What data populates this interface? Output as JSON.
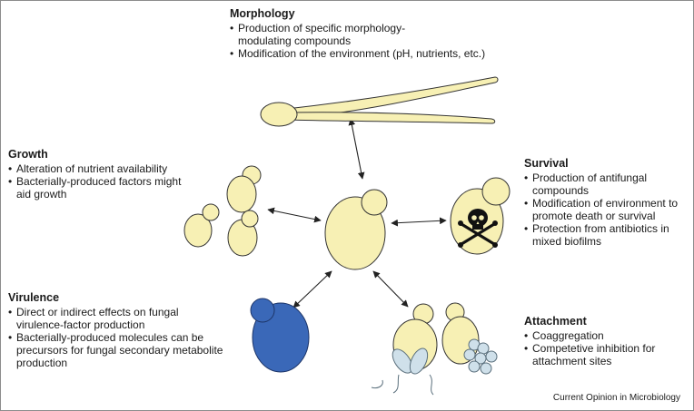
{
  "colors": {
    "yeast_fill": "#f7f0b4",
    "outline": "#333333",
    "virulent_cell": "#3a68b8",
    "bacteria_fill": "#cfe0ea"
  },
  "icons": {
    "survival": "skull-crossbones-icon"
  },
  "sections": {
    "morphology": {
      "title": "Morphology",
      "items": [
        "Production of specific morphology-modulating compounds",
        "Modification of the environment (pH, nutrients, etc.)"
      ]
    },
    "growth": {
      "title": "Growth",
      "items": [
        "Alteration of nutrient availability",
        "Bacterially-produced factors might aid growth"
      ]
    },
    "survival": {
      "title": "Survival",
      "items": [
        "Production of antifungal compounds",
        "Modification of environment to promote death or survival",
        "Protection from antibiotics in mixed biofilms"
      ]
    },
    "virulence": {
      "title": "Virulence",
      "items": [
        "Direct or indirect effects on fungal virulence-factor production",
        "Bacterially-produced molecules can be precursors for fungal secondary metabolite production"
      ]
    },
    "attachment": {
      "title": "Attachment",
      "items": [
        "Coaggregation",
        "Competetive inhibition for attachment sites"
      ]
    }
  },
  "credit": "Current Opinion in Microbiology"
}
